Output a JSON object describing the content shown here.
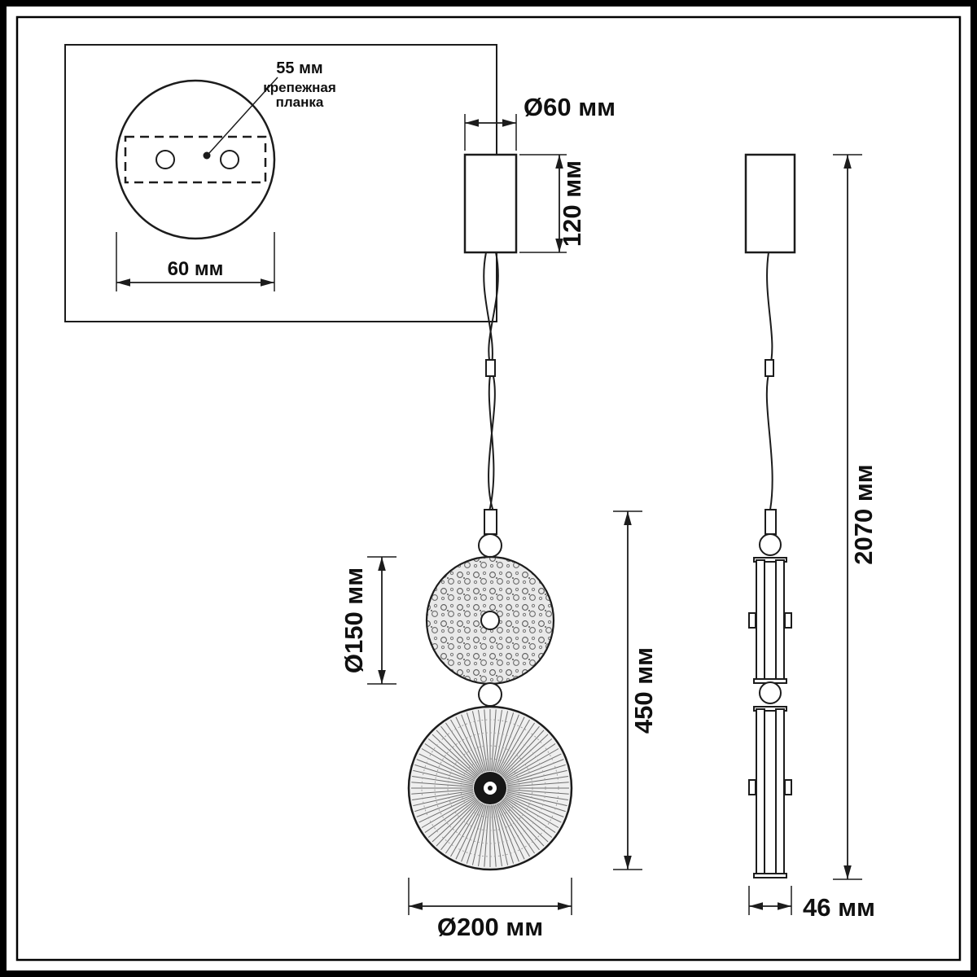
{
  "colors": {
    "line": "#1c1c1c",
    "background": "#ffffff",
    "disc_fill": "#efefef"
  },
  "inset": {
    "hole_offset_label": "55 мм",
    "mount_plate_label_line1": "крепежная",
    "mount_plate_label_line2": "планка",
    "base_width_label": "60 мм"
  },
  "front_view": {
    "canopy_diameter_label": "Ø60 мм",
    "canopy_height_label": "120 мм",
    "small_disc_diameter_label": "Ø150 мм",
    "fixture_height_label": "450 мм",
    "large_disc_diameter_label": "Ø200 мм"
  },
  "side_view": {
    "overall_height_label": "2070 мм",
    "body_width_label": "46 мм"
  }
}
